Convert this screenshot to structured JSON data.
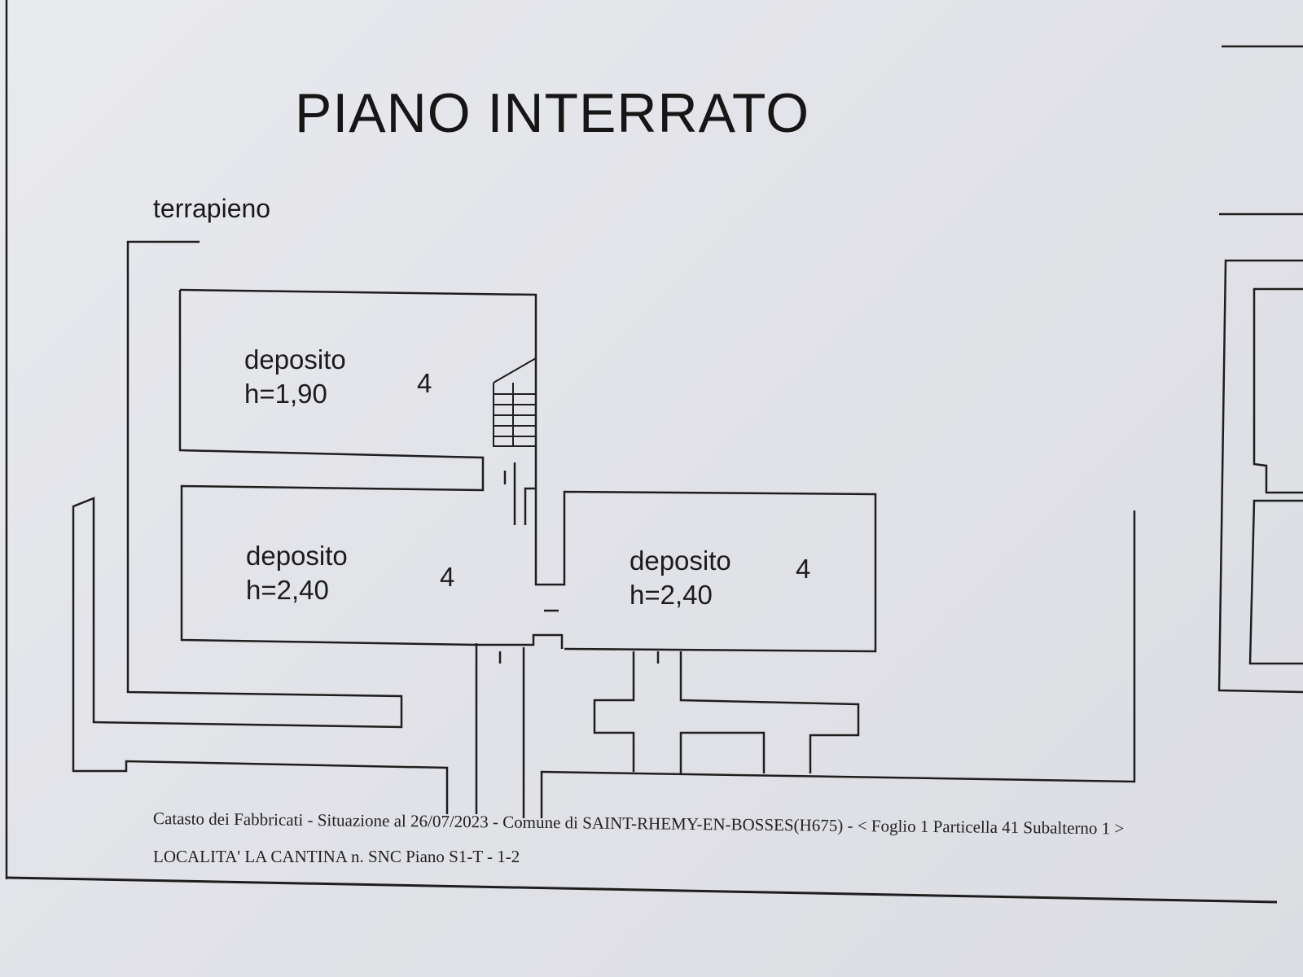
{
  "title": "PIANO INTERRATO",
  "label_terrapieno": "terrapieno",
  "rooms": [
    {
      "name": "deposito",
      "height": "h=1,90",
      "number": "4"
    },
    {
      "name": "deposito",
      "height": "h=2,40",
      "number": "4"
    },
    {
      "name": "deposito",
      "height": "h=2,40",
      "number": "4"
    }
  ],
  "footer": {
    "line1": "Catasto dei Fabbricati - Situazione al 26/07/2023 - Comune di SAINT-RHEMY-EN-BOSSES(H675) - < Foglio 1 Particella 41 Subalterno 1 >",
    "line2": "LOCALITA' LA CANTINA n. SNC Piano S1-T - 1-2"
  }
}
